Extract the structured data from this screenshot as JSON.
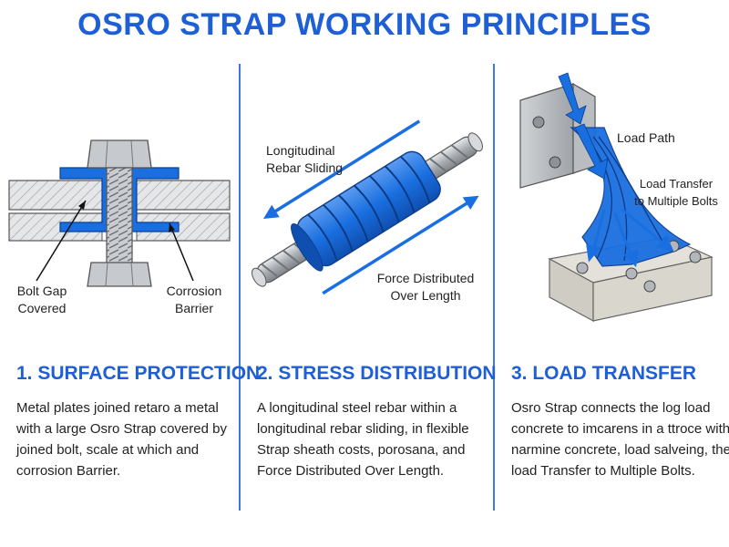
{
  "title": "OSRO STRAP WORKING PRINCIPLES",
  "colors": {
    "accent": "#1f5fd6",
    "strap": "#1a6fe0",
    "steel": "#bfc3c7",
    "divider": "#3b7be0"
  },
  "panels": [
    {
      "heading": "1. SURFACE PROTECTION",
      "description": "Metal plates joined retaro a metal with a large Osro Strap covered by joined bolt, scale at which and corrosion Barrier.",
      "labels": {
        "bolt_gap": "Bolt Gap\nCovered",
        "corrosion": "Corrosion\nBarrier"
      }
    },
    {
      "heading": "2. STRESS DISTRIBUTION",
      "description": "A longitudinal steel rebar within a longitudinal rebar sliding, in flexible Strap sheath costs, porosana, and Force Distributed Over Length.",
      "labels": {
        "sliding": "Longitudinal\nRebar Sliding",
        "force": "Force Distributed\nOver Length"
      }
    },
    {
      "heading": "3. LOAD TRANSFER",
      "description": "Osro Strap connects the log load concrete to imcarens in a ttroce with narmine concrete, load salveing, the load Transfer to Multiple Bolts.",
      "labels": {
        "load_path": "Load Path",
        "transfer": "Load Transfer\nto Multiple Bolts"
      }
    }
  ]
}
